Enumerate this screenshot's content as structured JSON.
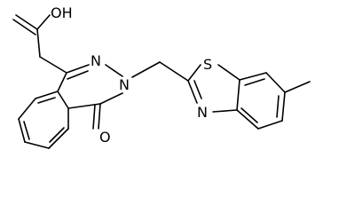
{
  "diagram": {
    "type": "chemical-structure",
    "atoms": {
      "oh": "OH",
      "n_ring_upper": "N",
      "n_ring_lower": "N",
      "carbonyl_o": "O",
      "thiazole_s": "S",
      "thiazole_n": "N"
    },
    "colors": {
      "bond": "#000000",
      "label": "#000000",
      "background": "#ffffff"
    }
  }
}
